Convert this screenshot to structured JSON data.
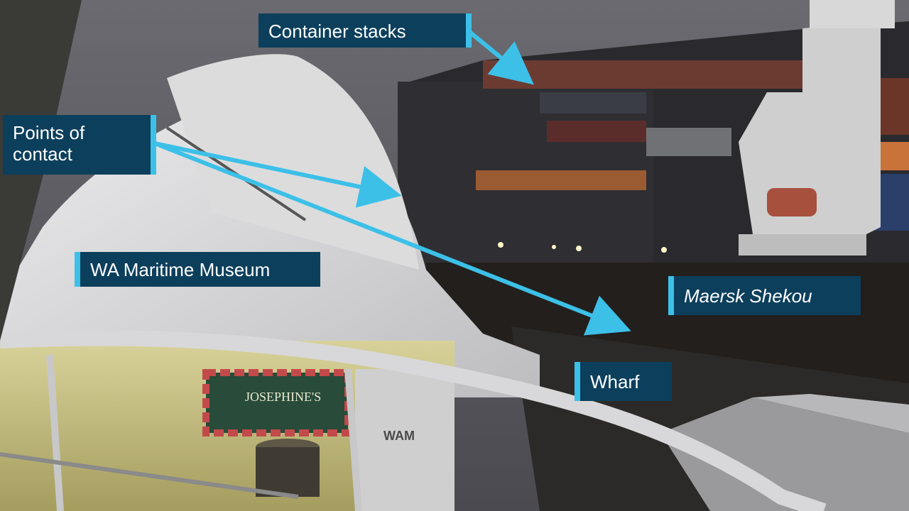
{
  "labels": {
    "container_stacks": "Container stacks",
    "points_of_contact_line1": "Points of",
    "points_of_contact_line2": "contact",
    "museum": "WA Maritime Museum",
    "ship": "Maersk Shekou",
    "wharf": "Wharf"
  },
  "scene": {
    "sign_text": "JOSEPHINE'S",
    "wall_logo": "WAM"
  },
  "colors": {
    "label_bg": "#0c3f5c",
    "accent": "#3cc0e8"
  }
}
